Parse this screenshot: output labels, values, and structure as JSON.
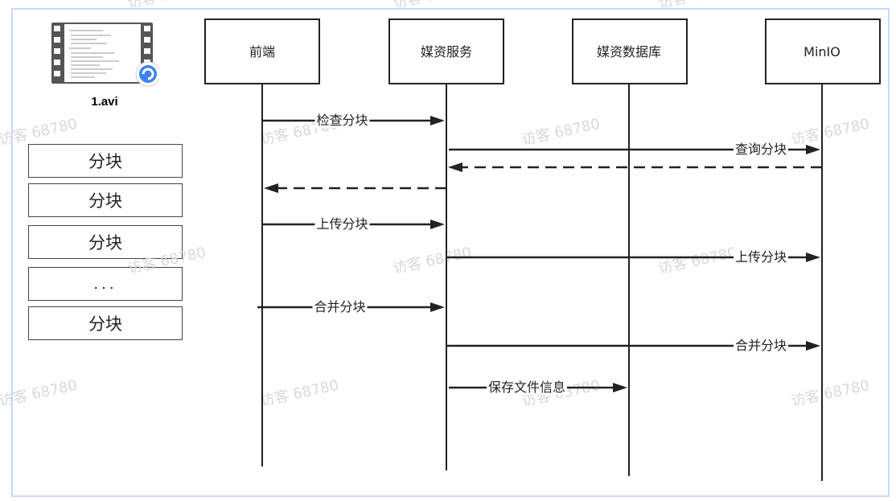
{
  "file": {
    "name": "1.avi",
    "icon": "video-file-icon"
  },
  "chunks": [
    "分块",
    "分块",
    "分块",
    "...",
    "分块"
  ],
  "participants": [
    "前端",
    "媒资服务",
    "媒资数据库",
    "MinIO"
  ],
  "messages": [
    {
      "from": 0,
      "to": 1,
      "label": "检查分块",
      "dashed": false
    },
    {
      "from": 1,
      "to": 3,
      "label": "查询分块",
      "dashed": false
    },
    {
      "from": 3,
      "to": 1,
      "label": "",
      "dashed": true
    },
    {
      "from": 1,
      "to": 0,
      "label": "",
      "dashed": true
    },
    {
      "from": 0,
      "to": 1,
      "label": "上传分块",
      "dashed": false
    },
    {
      "from": 1,
      "to": 3,
      "label": "上传分块",
      "dashed": false
    },
    {
      "from": 0,
      "to": 1,
      "label": "合并分块",
      "dashed": false
    },
    {
      "from": 1,
      "to": 3,
      "label": "合并分块",
      "dashed": false
    },
    {
      "from": 1,
      "to": 2,
      "label": "保存文件信息",
      "dashed": false
    }
  ],
  "watermark": "访客 68780",
  "colors": {
    "frame": "#c8d8ff",
    "line": "#222222",
    "watermark": "#d9d9d9",
    "badge": "#3b82f6"
  }
}
